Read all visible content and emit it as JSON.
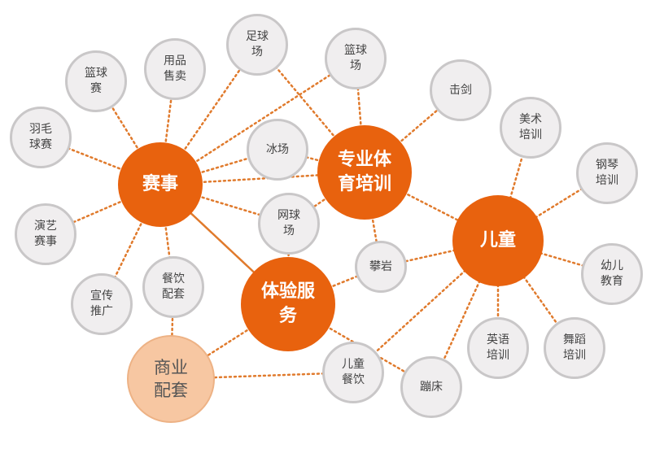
{
  "diagram": {
    "colors": {
      "hub": "#e8620e",
      "hub_secondary": "#f7c7a2",
      "node_fill": "#f0eeef",
      "node_border": "#c9c7c8",
      "connector": "#e07a2c"
    },
    "hubs": [
      {
        "id": "saishi",
        "label": "赛事"
      },
      {
        "id": "zhuanye",
        "label": "专业体\n育培训"
      },
      {
        "id": "ertong",
        "label": "儿童"
      },
      {
        "id": "tiyan",
        "label": "体验服\n务"
      },
      {
        "id": "shangye",
        "label": "商业\n配套"
      }
    ],
    "nodes": [
      {
        "id": "lanqiusai",
        "label": "篮球\n赛"
      },
      {
        "id": "yongpin",
        "label": "用品\n售卖"
      },
      {
        "id": "zuqiuchang",
        "label": "足球\n场"
      },
      {
        "id": "lanqiuchang",
        "label": "篮球\n场"
      },
      {
        "id": "jijian",
        "label": "击剑"
      },
      {
        "id": "yumaoqiu",
        "label": "羽毛\n球赛"
      },
      {
        "id": "bingchang",
        "label": "冰场"
      },
      {
        "id": "meishu",
        "label": "美术\n培训"
      },
      {
        "id": "gangqin",
        "label": "钢琴\n培训"
      },
      {
        "id": "yanyi",
        "label": "演艺\n赛事"
      },
      {
        "id": "wangqiu",
        "label": "网球\n场"
      },
      {
        "id": "panyan",
        "label": "攀岩"
      },
      {
        "id": "youer",
        "label": "幼儿\n教育"
      },
      {
        "id": "xuanchuan",
        "label": "宣传\n推广"
      },
      {
        "id": "canyin",
        "label": "餐饮\n配套"
      },
      {
        "id": "yingyu",
        "label": "英语\n培训"
      },
      {
        "id": "wudao",
        "label": "舞蹈\n培训"
      },
      {
        "id": "ertongcanyin",
        "label": "儿童\n餐饮"
      },
      {
        "id": "bengchuang",
        "label": "蹦床"
      }
    ]
  }
}
